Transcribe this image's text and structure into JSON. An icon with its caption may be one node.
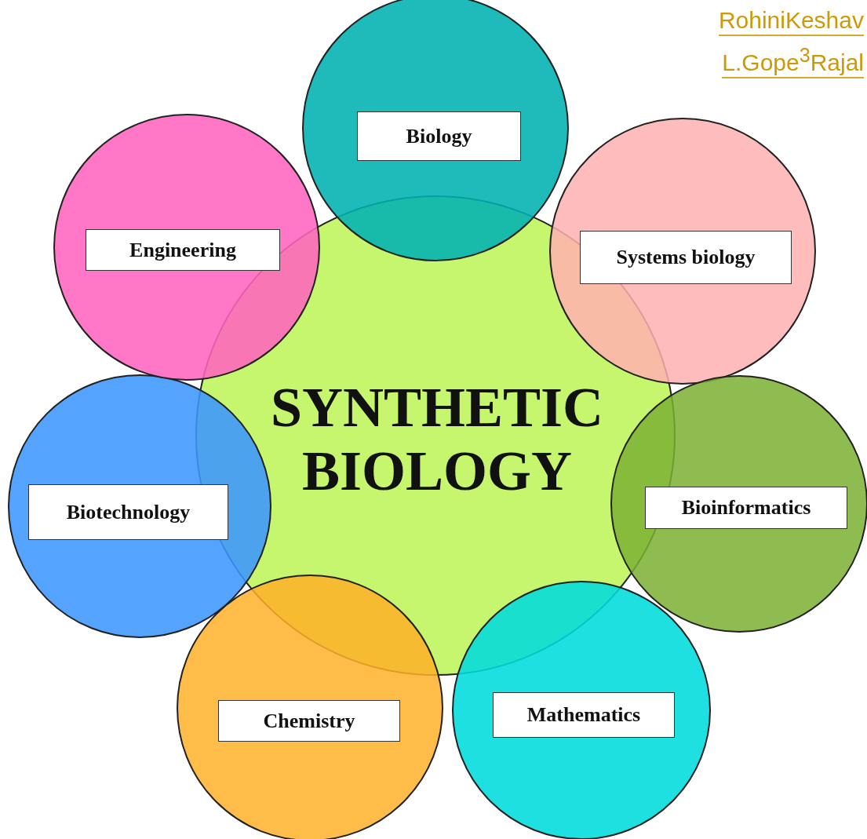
{
  "diagram": {
    "nodes": [
      {
        "text": [
          "SYNTHETIC BIOLOGY"
        ]
      },
      {
        "text": [
          "Biology"
        ]
      },
      {
        "text": [
          "Systems biology"
        ]
      },
      {
        "text": [
          "Bioinformatics"
        ]
      },
      {
        "text": [
          "Mathematics"
        ]
      },
      {
        "text": [
          "Chemistry"
        ]
      },
      {
        "text": [
          "Biotechnology"
        ]
      },
      {
        "text": [
          "Engineering"
        ]
      }
    ],
    "labels": [
      "RohiniKeshav",
      "L.Gope$^{3}$Rajal"
    ]
  }
}
